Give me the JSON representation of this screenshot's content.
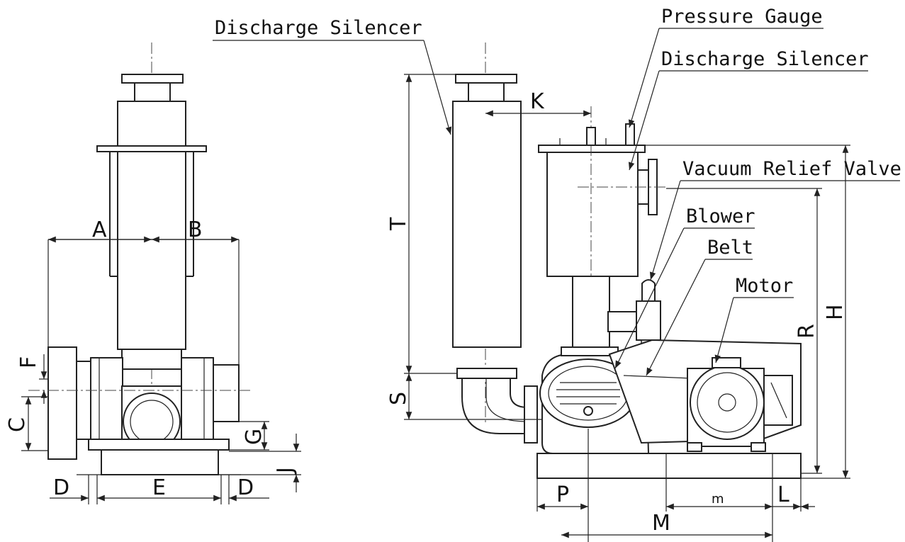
{
  "callouts": {
    "discharge_silencer_left": "Discharge Silencer",
    "pressure_gauge": "Pressure Gauge",
    "discharge_silencer_right": "Discharge Silencer",
    "vacuum_relief_valve": "Vacuum Relief Valve",
    "blower": "Blower",
    "belt": "Belt",
    "motor": "Motor"
  },
  "dimensions": {
    "A": "A",
    "B": "B",
    "C": "C",
    "D_left": "D",
    "D_right": "D",
    "E": "E",
    "F": "F",
    "G": "G",
    "J": "J",
    "K": "K",
    "T": "T",
    "S": "S",
    "R": "R",
    "H": "H",
    "P": "P",
    "m": "m",
    "L": "L",
    "M": "M"
  }
}
